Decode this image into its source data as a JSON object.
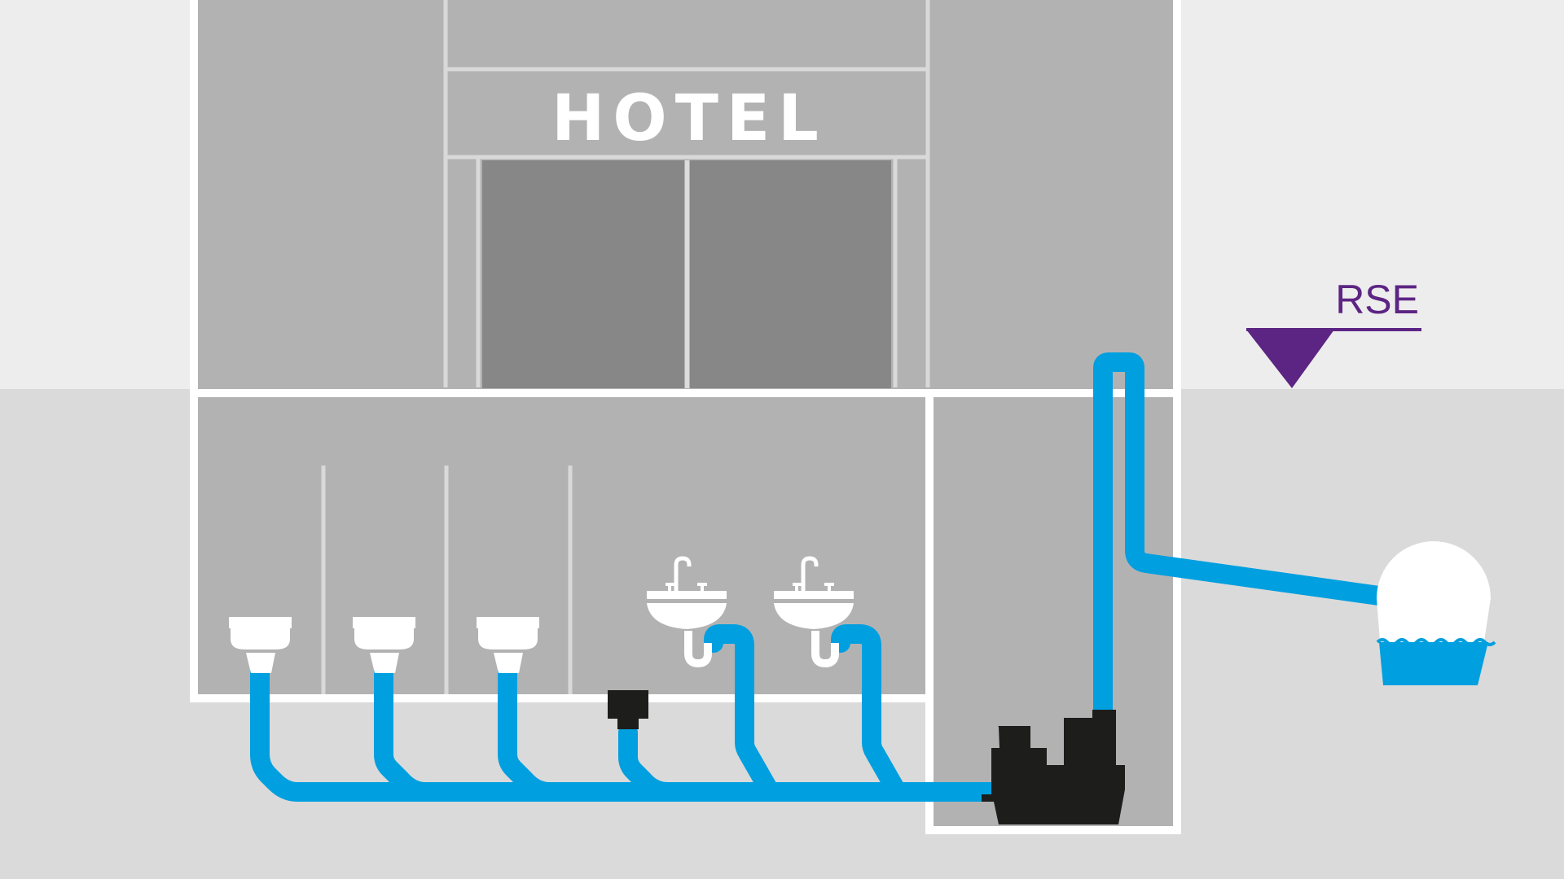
{
  "building": {
    "sign_text": "HOTEL"
  },
  "marker": {
    "label": "RSE"
  },
  "colors": {
    "sky": "#ededed",
    "ground": "#dadada",
    "building": "#b3b2b3",
    "doors": "#878787",
    "outline": "#ffffff",
    "pipe": "#009fdf",
    "pump": "#1d1d1b",
    "marker": "#5c2483",
    "fixture": "#ffffff"
  },
  "fixtures": {
    "toilets": 3,
    "sinks": 2,
    "floor_drains": 1
  }
}
